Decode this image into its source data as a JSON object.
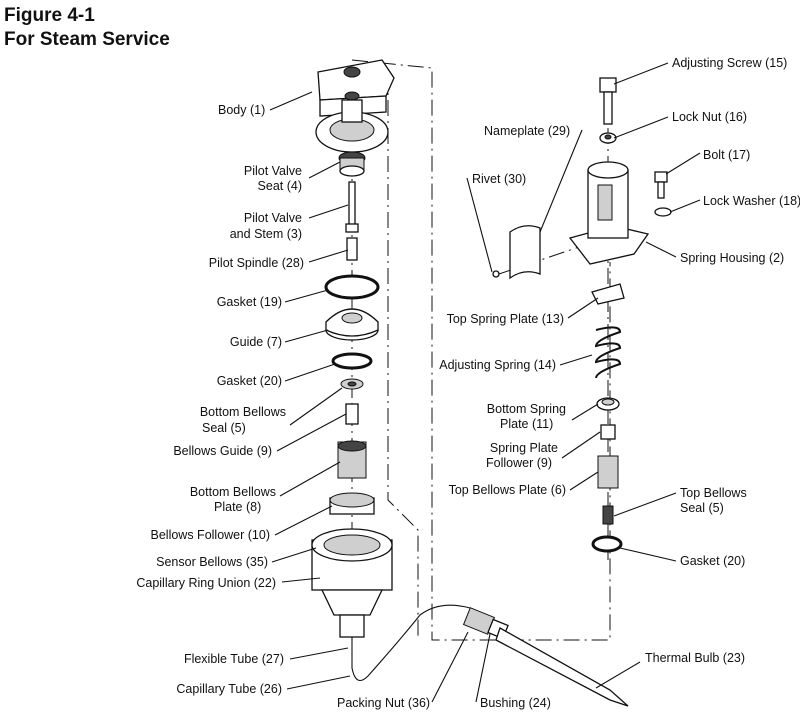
{
  "figure": {
    "number": "Figure 4-1",
    "subtitle": "For Steam Service"
  },
  "labels": {
    "body": "Body (1)",
    "pilot_valve_seat_1": "Pilot Valve",
    "pilot_valve_seat_2": "Seat (4)",
    "pilot_valve_stem_1": "Pilot Valve",
    "pilot_valve_stem_2": "and Stem (3)",
    "pilot_spindle": "Pilot Spindle (28)",
    "gasket_19": "Gasket (19)",
    "guide": "Guide (7)",
    "gasket_20_left": "Gasket (20)",
    "bottom_bellows_seal_1": "Bottom Bellows",
    "bottom_bellows_seal_2": "Seal (5)",
    "bellows_guide": "Bellows Guide (9)",
    "bottom_bellows_plate_1": "Bottom Bellows",
    "bottom_bellows_plate_2": "Plate (8)",
    "bellows_follower": "Bellows Follower (10)",
    "sensor_bellows": "Sensor Bellows (35)",
    "capillary_ring_union": "Capillary Ring Union (22)",
    "flexible_tube": "Flexible Tube (27)",
    "capillary_tube": "Capillary Tube (26)",
    "packing_nut": "Packing Nut (36)",
    "bushing": "Bushing (24)",
    "thermal_bulb": "Thermal Bulb (23)",
    "adjusting_screw": "Adjusting Screw (15)",
    "lock_nut": "Lock Nut (16)",
    "nameplate": "Nameplate (29)",
    "bolt": "Bolt (17)",
    "rivet": "Rivet (30)",
    "lock_washer": "Lock Washer (18)",
    "spring_housing": "Spring Housing (2)",
    "top_spring_plate": "Top Spring Plate (13)",
    "adjusting_spring": "Adjusting Spring (14)",
    "bottom_spring_plate_1": "Bottom Spring",
    "bottom_spring_plate_2": "Plate (11)",
    "spring_plate_follower_1": "Spring Plate",
    "spring_plate_follower_2": "Follower (9)",
    "top_bellows_plate": "Top Bellows Plate (6)",
    "top_bellows_seal_1": "Top Bellows",
    "top_bellows_seal_2": "Seal (5)",
    "gasket_20_right": "Gasket (20)"
  }
}
